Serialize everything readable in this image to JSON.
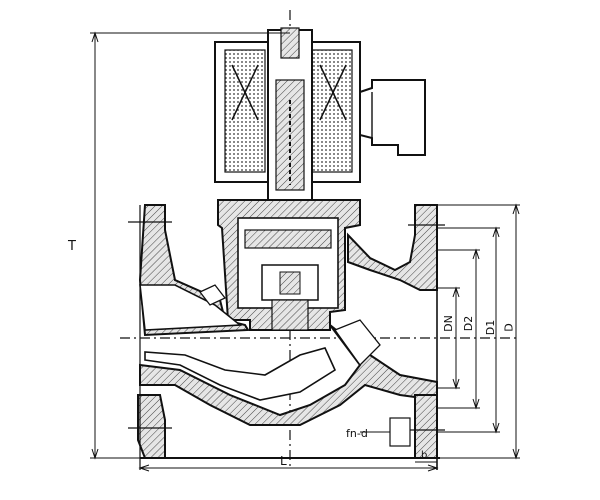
{
  "labels": {
    "height": "T",
    "length": "L",
    "bolt": "fn-d",
    "thickness": "b",
    "nominal": "DN",
    "d2": "D2",
    "d1": "D1",
    "d": "D"
  },
  "colors": {
    "ink": "#111111",
    "hatch": "#555555",
    "background": "#ffffff"
  }
}
